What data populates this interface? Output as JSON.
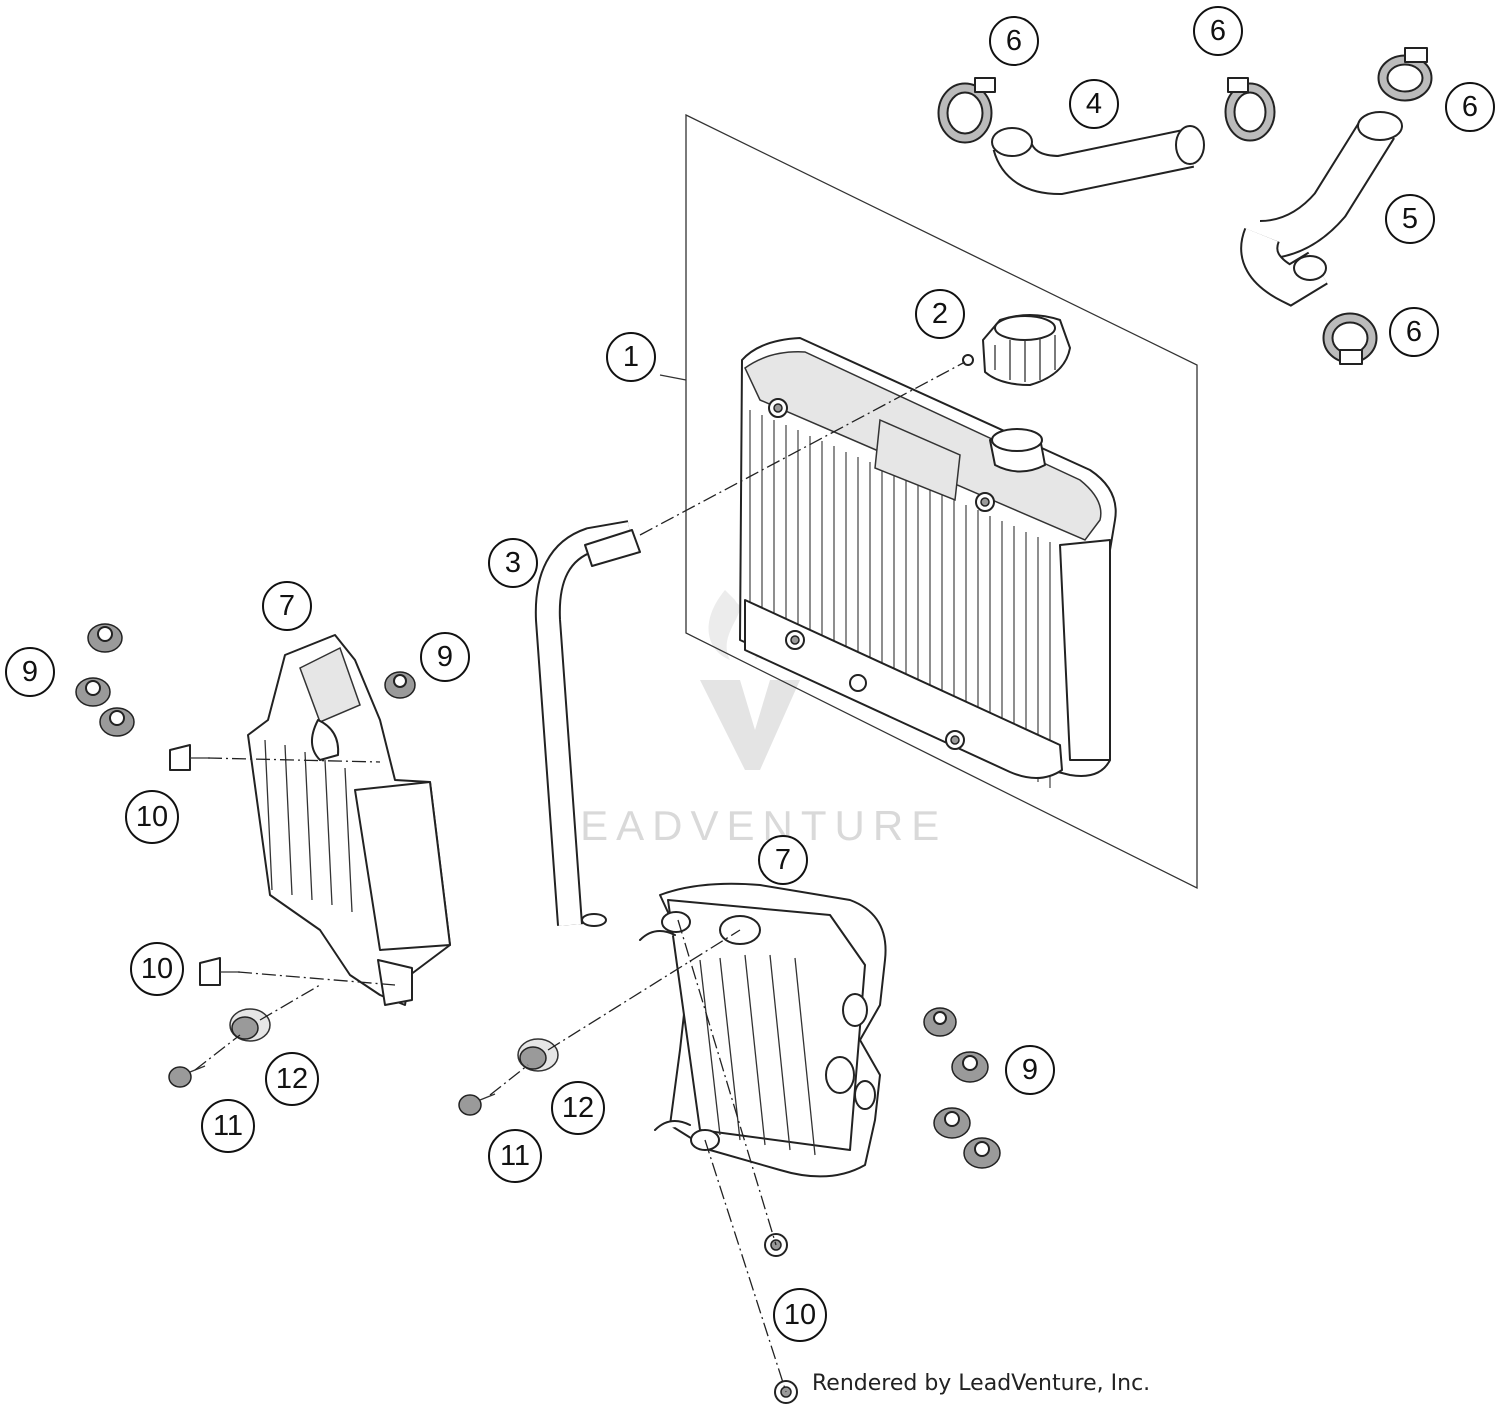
{
  "diagram": {
    "watermark": "LEADVENTURE",
    "credit": "Rendered by LeadVenture, Inc.",
    "callouts": [
      {
        "id": "c1",
        "label": "1"
      },
      {
        "id": "c2",
        "label": "2"
      },
      {
        "id": "c3",
        "label": "3"
      },
      {
        "id": "c4",
        "label": "4"
      },
      {
        "id": "c5",
        "label": "5"
      },
      {
        "id": "c6a",
        "label": "6"
      },
      {
        "id": "c6b",
        "label": "6"
      },
      {
        "id": "c6c",
        "label": "6"
      },
      {
        "id": "c6d",
        "label": "6"
      },
      {
        "id": "c7a",
        "label": "7"
      },
      {
        "id": "c7b",
        "label": "7"
      },
      {
        "id": "c9a",
        "label": "9"
      },
      {
        "id": "c9b",
        "label": "9"
      },
      {
        "id": "c9c",
        "label": "9"
      },
      {
        "id": "c10a",
        "label": "10"
      },
      {
        "id": "c10b",
        "label": "10"
      },
      {
        "id": "c10c",
        "label": "10"
      },
      {
        "id": "c11a",
        "label": "11"
      },
      {
        "id": "c11b",
        "label": "11"
      },
      {
        "id": "c12a",
        "label": "12"
      },
      {
        "id": "c12b",
        "label": "12"
      }
    ]
  }
}
